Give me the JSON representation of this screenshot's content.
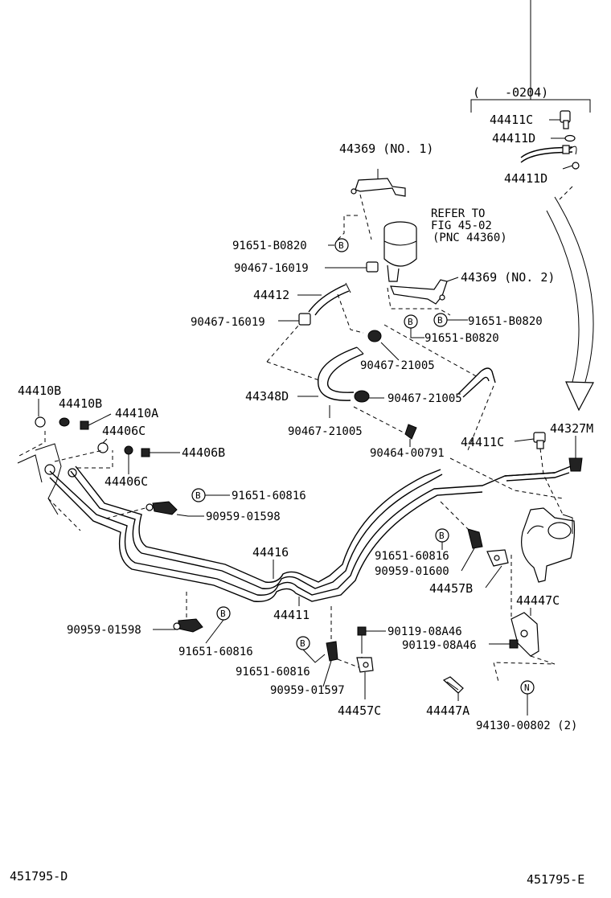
{
  "header": {
    "variant_open": "(",
    "variant_code": "-0204)"
  },
  "labels": {
    "p44411C_top": "44411C",
    "p44411D_top": "44411D",
    "p44411D_2": "44411D",
    "p44369_1": "44369 (NO. 1)",
    "refer": [
      "REFER TO",
      "FIG 45-02",
      "(PNC 44360)"
    ],
    "bolt_b0820_a": "91651-B0820",
    "clamp_16019_a": "90467-16019",
    "p44412": "44412",
    "p44369_2": "44369 (NO. 2)",
    "clamp_16019_b": "90467-16019",
    "bolt_b0820_b": "91651-B0820",
    "bolt_b0820_c": "91651-B0820",
    "clamp_21005_a": "90467-21005",
    "p44348D": "44348D",
    "clamp_21005_b": "90467-21005",
    "clamp_21005_c": "90467-21005",
    "clip_00791": "90464-00791",
    "p44410B_a": "44410B",
    "p44410B_b": "44410B",
    "p44410A": "44410A",
    "p44406C_a": "44406C",
    "p44406B": "44406B",
    "p44406C_b": "44406C",
    "p44411C_mid": "44411C",
    "p44327M": "44327M",
    "bolt_60816_a": "91651-60816",
    "clamp_01598_a": "90959-01598",
    "p44416": "44416",
    "bolt_60816_b": "91651-60816",
    "clamp_01600": "90959-01600",
    "p44457B": "44457B",
    "p44411": "44411",
    "p44447C": "44447C",
    "clamp_01598_b": "90959-01598",
    "bolt_60816_c": "91651-60816",
    "bolt_08A46_a": "90119-08A46",
    "bolt_08A46_b": "90119-08A46",
    "bolt_60816_d": "91651-60816",
    "clamp_01597": "90959-01597",
    "p44457C": "44457C",
    "p44447A": "44447A",
    "nut_00802": "94130-00802 (2)",
    "footer_left": "451795-D",
    "footer_right": "451795-E"
  },
  "markers": {
    "B": "B",
    "N": "N"
  }
}
